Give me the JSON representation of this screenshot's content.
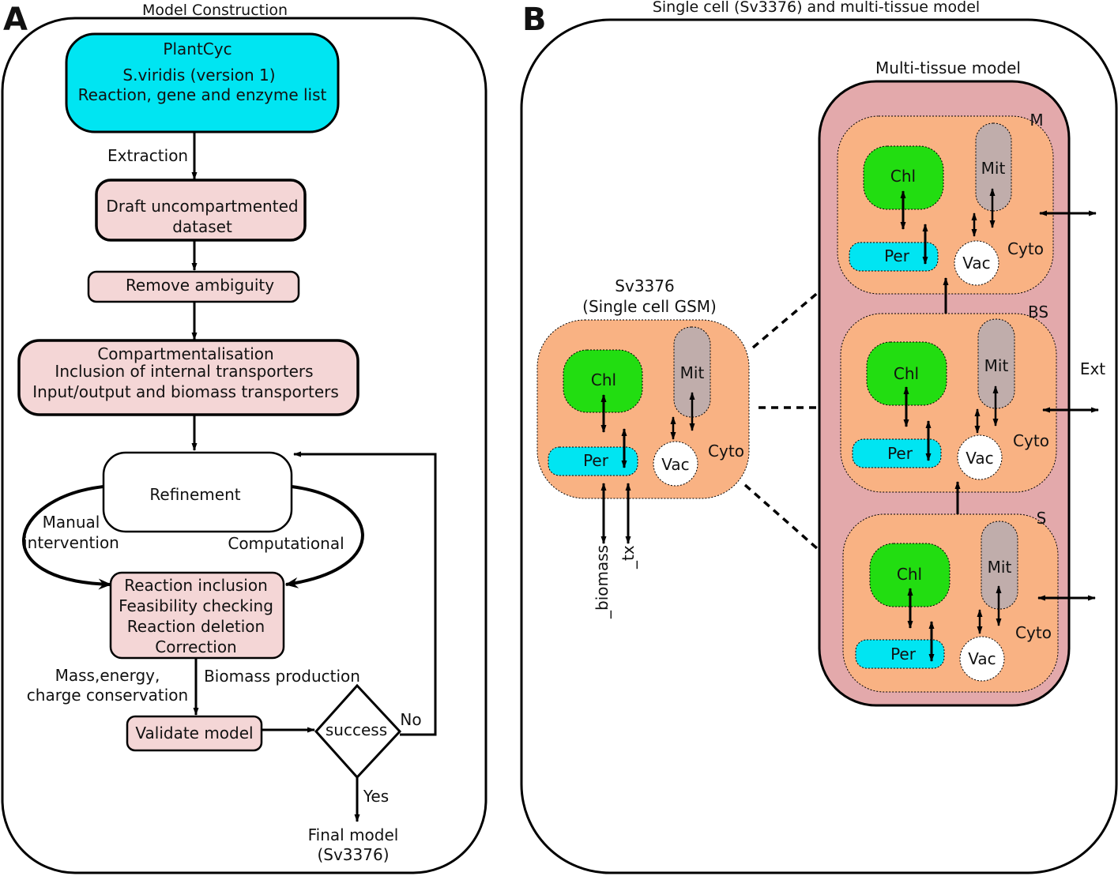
{
  "panels": {
    "a": {
      "letter": "A",
      "title": "Model Construction"
    },
    "b": {
      "letter": "B",
      "title": "Single cell (Sv3376) and multi-tissue model"
    }
  },
  "flow": {
    "source": [
      "PlantCyc",
      "S.viridis (version 1)",
      "Reaction, gene and enzyme list"
    ],
    "extraction": "Extraction",
    "draft": [
      "Draft uncompartmented",
      "dataset"
    ],
    "ambiguity": "Remove ambiguity",
    "compartment": [
      "Compartmentalisation",
      "Inclusion of internal transporters",
      "Input/output and biomass transporters"
    ],
    "refinement": "Refinement",
    "manual": [
      "Manual",
      "intervention"
    ],
    "computational": "Computational",
    "checks": [
      "Reaction inclusion",
      "Feasibility checking",
      "Reaction deletion",
      "Correction"
    ],
    "conservation": [
      "Mass,energy,",
      "charge conservation"
    ],
    "biomass_production": "Biomass production",
    "validate": "Validate model",
    "decision": "success",
    "no": "No",
    "yes": "Yes",
    "final": [
      "Final model",
      "(Sv3376)"
    ]
  },
  "single_cell": {
    "title": [
      "Sv3376",
      "(Single cell GSM)"
    ],
    "chl": "Chl",
    "mit": "Mit",
    "per": "Per",
    "vac": "Vac",
    "cyto": "Cyto",
    "biomass": "_biomass",
    "tx": "_tx"
  },
  "multi_tissue": {
    "title": "Multi-tissue model",
    "ext": "Ext",
    "tissues": [
      {
        "tag": "M",
        "chl": "Chl",
        "mit": "Mit",
        "per": "Per",
        "vac": "Vac",
        "cyto": "Cyto"
      },
      {
        "tag": "BS",
        "chl": "Chl",
        "mit": "Mit",
        "per": "Per",
        "vac": "Vac",
        "cyto": "Cyto"
      },
      {
        "tag": "S",
        "chl": "Chl",
        "mit": "Mit",
        "per": "Per",
        "vac": "Vac",
        "cyto": "Cyto"
      }
    ]
  },
  "colors": {
    "cyan": "#00e5f2",
    "pink": "#f4d6d6",
    "tissue_bg": "#e3a9ab",
    "cell": "#f9b283",
    "chl": "#22dd11",
    "mit": "#c0adab",
    "white": "#ffffff",
    "line": "#000000"
  }
}
